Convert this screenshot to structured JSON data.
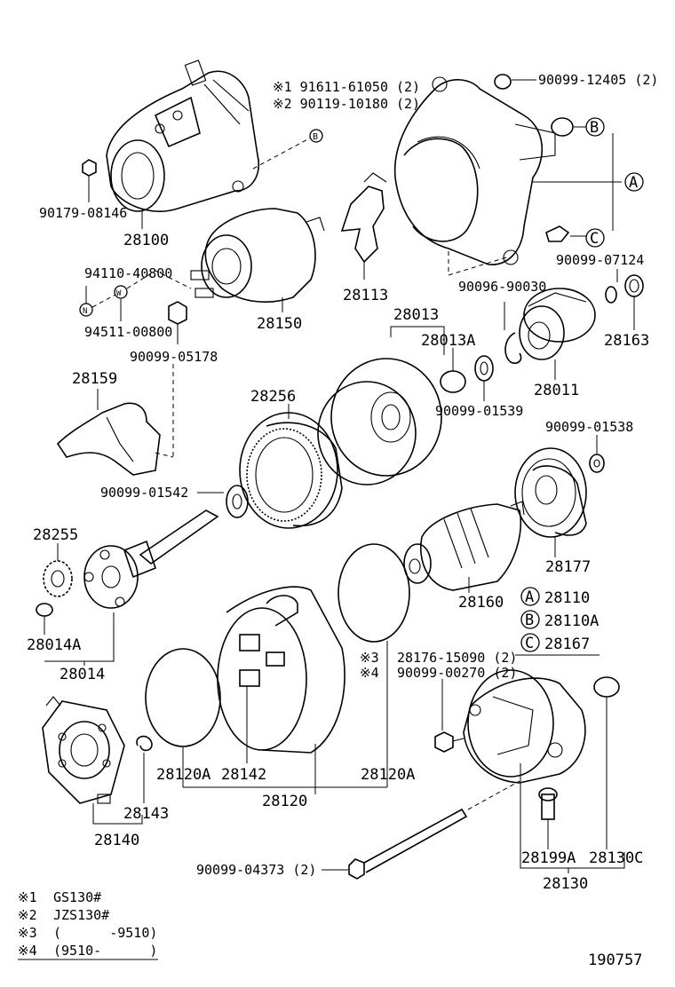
{
  "labels": {
    "p91611": "※1 91611-61050 (2)",
    "p90119": "※2 90119-10180 (2)",
    "p90099_12405": "90099-12405 (2)",
    "p90179": "90179-08146",
    "p28100": "28100",
    "p94110": "94110-40800",
    "p94511": "94511-00800",
    "p28150": "28150",
    "p90099_05178": "90099-05178",
    "p28113": "28113",
    "p90096": "90096-90030",
    "p90099_07124": "90099-07124",
    "p28163": "28163",
    "p28013": "28013",
    "p28013A": "28013A",
    "p90099_01539": "90099-01539",
    "p28011": "28011",
    "p28159": "28159",
    "p28256": "28256",
    "p90099_01538": "90099-01538",
    "p90099_01542": "90099-01542",
    "p28255": "28255",
    "p28177": "28177",
    "p28160": "28160",
    "p28110": "28110",
    "p28110A": "28110A",
    "p28167": "28167",
    "p28014A": "28014A",
    "p28014": "28014",
    "p28176_note": "※3",
    "p28176": "28176-15090 (2)",
    "p90099_00270_note": "※4",
    "p90099_00270": "90099-00270 (2)",
    "p28120A_left": "28120A",
    "p28142": "28142",
    "p28120A_right": "28120A",
    "p28120": "28120",
    "p28143": "28143",
    "p28140": "28140",
    "p90099_04373": "90099-04373 (2)",
    "p28199A": "28199A",
    "p28130C": "28130C",
    "p28130": "28130",
    "figno": "190757"
  },
  "callouts": {
    "A": "A",
    "B": "B",
    "C": "C",
    "N": "N",
    "W": "W",
    "B_small": "B"
  },
  "footnotes": [
    {
      "mark": "※1",
      "text": "GS130#"
    },
    {
      "mark": "※2",
      "text": "JZS130#"
    },
    {
      "mark": "※3",
      "text": "(      -9510)"
    },
    {
      "mark": "※4",
      "text": "(9510-      )"
    }
  ]
}
